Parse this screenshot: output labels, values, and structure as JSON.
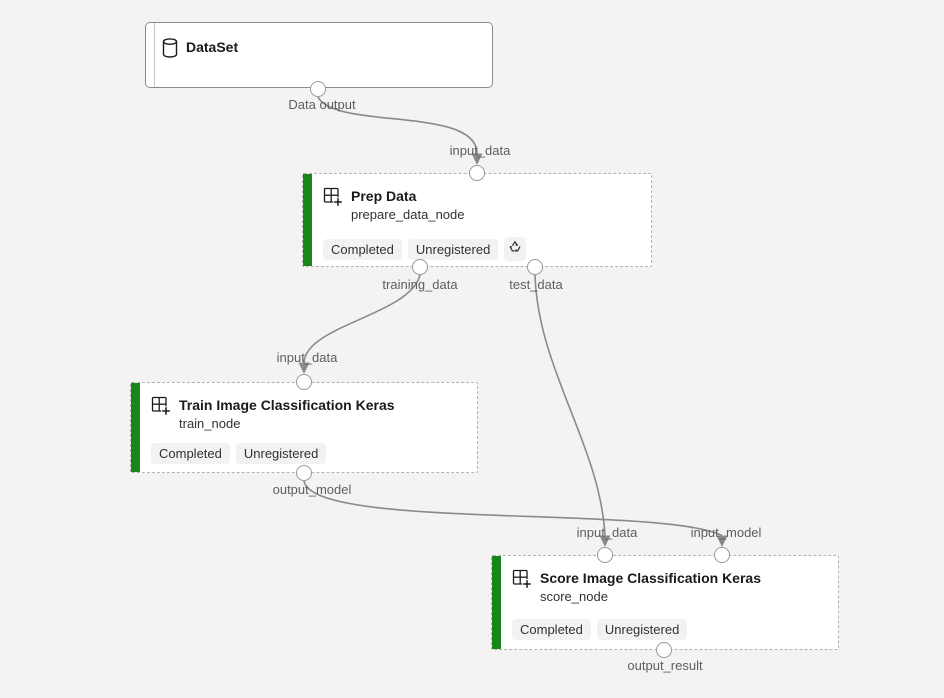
{
  "colors": {
    "background": "#f4f3f2",
    "node_background": "#ffffff",
    "status_bar_green": "#17871c",
    "edge_gray": "#8a8a8a",
    "badge_background": "#f3f2f1"
  },
  "nodes": {
    "dataset": {
      "title": "DataSet",
      "icon": "database-icon",
      "output_port": "Data output"
    },
    "prep": {
      "title": "Prep Data",
      "subtitle": "prepare_data_node",
      "icon": "component-icon",
      "badges": {
        "status": "Completed",
        "registration": "Unregistered",
        "reuse_icon": "reuse-icon"
      },
      "input_port": "input_data",
      "output_ports": {
        "training": "training_data",
        "test": "test_data"
      }
    },
    "train": {
      "title": "Train Image Classification Keras",
      "subtitle": "train_node",
      "icon": "component-icon",
      "badges": {
        "status": "Completed",
        "registration": "Unregistered"
      },
      "input_port": "input_data",
      "output_port": "output_model"
    },
    "score": {
      "title": "Score Image Classification Keras",
      "subtitle": "score_node",
      "icon": "component-icon",
      "badges": {
        "status": "Completed",
        "registration": "Unregistered"
      },
      "input_ports": {
        "data": "input_data",
        "model": "input_model"
      },
      "output_port": "output_result"
    }
  }
}
